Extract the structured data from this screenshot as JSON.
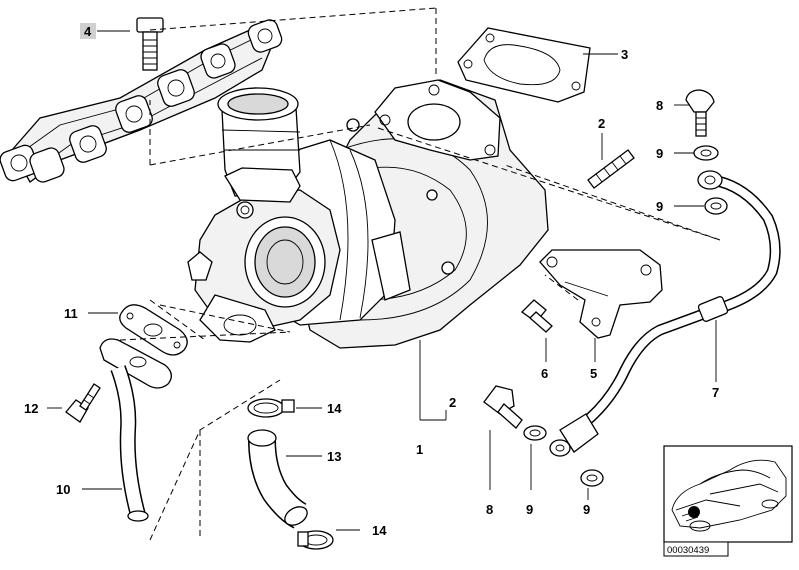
{
  "diagram": {
    "callouts": [
      {
        "id": "c4",
        "label": "4"
      },
      {
        "id": "c3",
        "label": "3"
      },
      {
        "id": "c2a",
        "label": "2"
      },
      {
        "id": "c8a",
        "label": "8"
      },
      {
        "id": "c9a",
        "label": "9"
      },
      {
        "id": "c9b",
        "label": "9"
      },
      {
        "id": "c11",
        "label": "11"
      },
      {
        "id": "c6",
        "label": "6"
      },
      {
        "id": "c5",
        "label": "5"
      },
      {
        "id": "c7",
        "label": "7"
      },
      {
        "id": "c12",
        "label": "12"
      },
      {
        "id": "c14a",
        "label": "14"
      },
      {
        "id": "c2b",
        "label": "2"
      },
      {
        "id": "c1",
        "label": "1"
      },
      {
        "id": "c13",
        "label": "13"
      },
      {
        "id": "c10",
        "label": "10"
      },
      {
        "id": "c14b",
        "label": "14"
      },
      {
        "id": "c8b",
        "label": "8"
      },
      {
        "id": "c9c",
        "label": "9"
      },
      {
        "id": "c9d",
        "label": "9"
      }
    ],
    "reference_number": "00030439"
  }
}
